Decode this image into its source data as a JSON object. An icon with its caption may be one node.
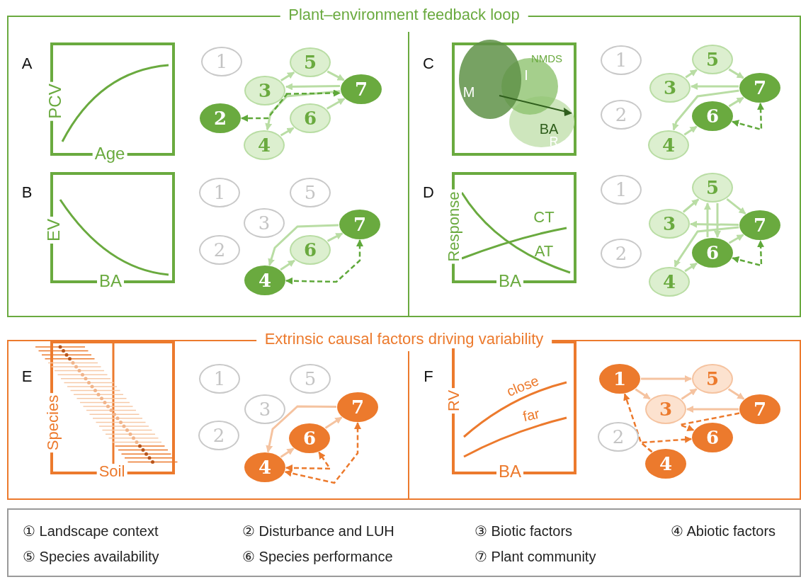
{
  "diagram": {
    "nodes": [
      {
        "text": [
          "Plant–environment feedback loop"
        ]
      },
      {
        "text": [
          "1"
        ],
        "in": 0
      },
      {
        "text": [
          "2"
        ],
        "in": 0
      },
      {
        "text": [
          "3"
        ],
        "in": 0
      },
      {
        "text": [
          "4"
        ],
        "in": 0
      },
      {
        "text": [
          "5"
        ],
        "in": 0
      },
      {
        "text": [
          "6"
        ],
        "in": 0
      },
      {
        "text": [
          "7"
        ],
        "in": 0
      },
      {
        "text": [
          "1"
        ],
        "in": 0
      },
      {
        "text": [
          "2"
        ],
        "in": 0
      },
      {
        "text": [
          "3"
        ],
        "in": 0
      },
      {
        "text": [
          "4"
        ],
        "in": 0
      },
      {
        "text": [
          "5"
        ],
        "in": 0
      },
      {
        "text": [
          "6"
        ],
        "in": 0
      },
      {
        "text": [
          "7"
        ],
        "in": 0
      },
      {
        "text": [
          "1"
        ],
        "in": 0
      },
      {
        "text": [
          "2"
        ],
        "in": 0
      },
      {
        "text": [
          "3"
        ],
        "in": 0
      },
      {
        "text": [
          "4"
        ],
        "in": 0
      },
      {
        "text": [
          "5"
        ],
        "in": 0
      },
      {
        "text": [
          "6"
        ],
        "in": 0
      },
      {
        "text": [
          "7"
        ],
        "in": 0
      },
      {
        "text": [
          "1"
        ],
        "in": 0
      },
      {
        "text": [
          "2"
        ],
        "in": 0
      },
      {
        "text": [
          "3"
        ],
        "in": 0
      },
      {
        "text": [
          "4"
        ],
        "in": 0
      },
      {
        "text": [
          "5"
        ],
        "in": 0
      },
      {
        "text": [
          "6"
        ],
        "in": 0
      },
      {
        "text": [
          "7"
        ],
        "in": 0
      },
      {
        "text": [
          "Extrinsic causal factors driving variability"
        ]
      },
      {
        "text": [
          "1"
        ],
        "in": 29
      },
      {
        "text": [
          "2"
        ],
        "in": 29
      },
      {
        "text": [
          "3"
        ],
        "in": 29
      },
      {
        "text": [
          "4"
        ],
        "in": 29
      },
      {
        "text": [
          "5"
        ],
        "in": 29
      },
      {
        "text": [
          "6"
        ],
        "in": 29
      },
      {
        "text": [
          "7"
        ],
        "in": 29
      },
      {
        "text": [
          "1"
        ],
        "in": 29
      },
      {
        "text": [
          "2"
        ],
        "in": 29
      },
      {
        "text": [
          "3"
        ],
        "in": 29
      },
      {
        "text": [
          "4"
        ],
        "in": 29
      },
      {
        "text": [
          "5"
        ],
        "in": 29
      },
      {
        "text": [
          "6"
        ],
        "in": 29
      },
      {
        "text": [
          "7"
        ],
        "in": 29
      }
    ],
    "edges": [
      {
        "from": 3,
        "to": 5,
        "arrow": "to"
      },
      {
        "from": 5,
        "to": 7,
        "arrow": "to"
      },
      {
        "from": 7,
        "to": 3,
        "arrow": "to"
      },
      {
        "from": 7,
        "to": 4,
        "arrow": "to"
      },
      {
        "from": 4,
        "to": 6,
        "arrow": "to"
      },
      {
        "from": 6,
        "to": 7,
        "arrow": "to"
      },
      {
        "from": 3,
        "to": 7,
        "arrow": "to",
        "style": "dashed",
        "color": "#5fa83a"
      },
      {
        "from": 3,
        "to": 2,
        "arrow": "to",
        "style": "dashed",
        "color": "#5fa83a"
      },
      {
        "from": 14,
        "to": 11,
        "arrow": "to"
      },
      {
        "from": 11,
        "to": 13,
        "arrow": "to"
      },
      {
        "from": 13,
        "to": 14,
        "arrow": "to"
      },
      {
        "from": 11,
        "to": 14,
        "arrow": "both",
        "style": "dashed",
        "color": "#5fa83a"
      },
      {
        "from": 17,
        "to": 19,
        "arrow": "to"
      },
      {
        "from": 19,
        "to": 21,
        "arrow": "to"
      },
      {
        "from": 21,
        "to": 17,
        "arrow": "to"
      },
      {
        "from": 21,
        "to": 18,
        "arrow": "to"
      },
      {
        "from": 18,
        "to": 20,
        "arrow": "to"
      },
      {
        "from": 20,
        "to": 21,
        "arrow": "to"
      },
      {
        "from": 20,
        "to": 21,
        "arrow": "both",
        "style": "dashed",
        "color": "#5fa83a"
      },
      {
        "from": 24,
        "to": 26,
        "arrow": "to"
      },
      {
        "from": 26,
        "to": 28,
        "arrow": "to"
      },
      {
        "from": 28,
        "to": 24,
        "arrow": "to"
      },
      {
        "from": 28,
        "to": 25,
        "arrow": "to"
      },
      {
        "from": 25,
        "to": 27,
        "arrow": "to"
      },
      {
        "from": 27,
        "to": 28,
        "arrow": "to"
      },
      {
        "from": 26,
        "to": 27,
        "arrow": "to"
      },
      {
        "from": 27,
        "to": 26,
        "arrow": "to"
      },
      {
        "from": 27,
        "to": 28,
        "arrow": "both",
        "style": "dashed",
        "color": "#5fa83a"
      },
      {
        "from": 36,
        "to": 33,
        "arrow": "to",
        "color": "#f5c3a0"
      },
      {
        "from": 33,
        "to": 35,
        "arrow": "to",
        "color": "#f5c3a0"
      },
      {
        "from": 35,
        "to": 36,
        "arrow": "to",
        "color": "#f5c3a0"
      },
      {
        "from": 33,
        "to": 35,
        "arrow": "both",
        "style": "dashed",
        "color": "#ec7a2d"
      },
      {
        "from": 33,
        "to": 36,
        "arrow": "both",
        "style": "dashed",
        "color": "#ec7a2d"
      },
      {
        "from": 37,
        "to": 41,
        "arrow": "to",
        "color": "#f5c3a0"
      },
      {
        "from": 37,
        "to": 39,
        "arrow": "to",
        "color": "#f5c3a0"
      },
      {
        "from": 39,
        "to": 41,
        "arrow": "to",
        "color": "#f5c3a0"
      },
      {
        "from": 41,
        "to": 43,
        "arrow": "to",
        "color": "#f5c3a0"
      },
      {
        "from": 43,
        "to": 39,
        "arrow": "to",
        "color": "#f5c3a0"
      },
      {
        "from": 40,
        "to": 37,
        "arrow": "to",
        "style": "dashed",
        "color": "#ec7a2d"
      },
      {
        "from": 40,
        "to": 42,
        "arrow": "to",
        "style": "dashed",
        "color": "#ec7a2d"
      },
      {
        "from": 43,
        "to": 42,
        "arrow": "to",
        "style": "dashed",
        "color": "#ec7a2d"
      }
    ],
    "labels": [
      "A",
      "PCV",
      "Age",
      "C",
      "NMDS",
      "M",
      "I",
      "R",
      "BA",
      "B",
      "EV",
      "BA",
      "D",
      "Response",
      "CT",
      "AT",
      "BA",
      "E",
      "Species",
      "Soil",
      "F",
      "RV",
      "close",
      "far",
      "BA"
    ],
    "legend": [
      {
        "text": "① Landscape context"
      },
      {
        "text": "② Disturbance and LUH"
      },
      {
        "text": "③ Biotic factors"
      },
      {
        "text": "④ Abiotic factors"
      },
      {
        "text": "⑤ Species availability"
      },
      {
        "text": "⑥ Species performance"
      },
      {
        "text": "⑦ Plant community"
      }
    ]
  }
}
